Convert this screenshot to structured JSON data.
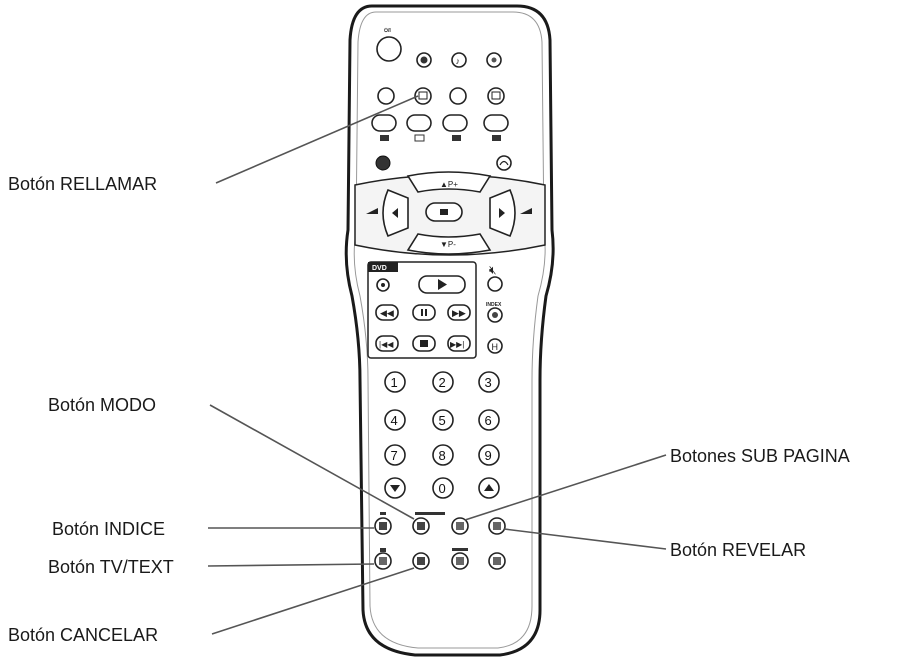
{
  "labels": {
    "rellamar": "Botón RELLAMAR",
    "modo": "Botón MODO",
    "indice": "Botón INDICE",
    "tvtext": "Botón TV/TEXT",
    "cancelar": "Botón CANCELAR",
    "subpagina": "Botones SUB PAGINA",
    "revelar": "Botón REVELAR"
  },
  "remote": {
    "dvd_badge": "DVD",
    "index_label": "INDEX",
    "p_plus": "▲P+",
    "p_minus": "▼P-",
    "digits": [
      "1",
      "2",
      "3",
      "4",
      "5",
      "6",
      "7",
      "8",
      "9"
    ],
    "zero": "0"
  },
  "colors": {
    "outline": "#222222",
    "leader": "#555555",
    "text": "#1a1a1a"
  }
}
